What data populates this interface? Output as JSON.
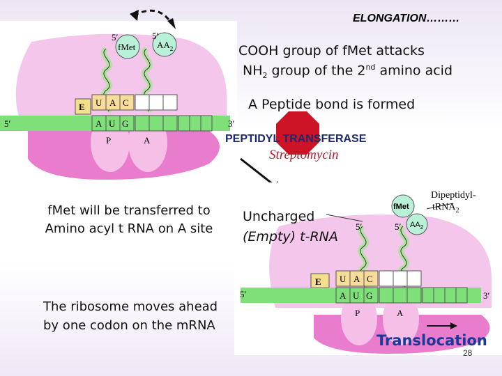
{
  "slide": {
    "title": "ELONGATION………",
    "line1": "COOH group of fMet attacks",
    "line2_pre": "NH",
    "line2_sub": "2",
    "line2_mid": " group of the 2",
    "line2_sup": "nd",
    "line2_post": " amino acid",
    "line3": "A Peptide bond is formed",
    "enzyme": "PEPTIDYL TRANSFERASE",
    "inhibitor": "Streptomycin",
    "fmet_note": "fMet will be transferred to Amino acyl t RNA on A site",
    "uncharged_1": "Uncharged",
    "uncharged_2": "(Empty) t-RNA",
    "ribosome_1": "The ribosome moves ahead",
    "ribosome_2": "by one codon on the mRNA",
    "translocation": "Translocation",
    "page_number": "28"
  },
  "diagram_top": {
    "five_prime": "5′",
    "three_prime": "3′",
    "trna_left_label": "5′",
    "trna_right_label": "5′",
    "fmet": "fMet",
    "aa2": "AA",
    "aa2_sub": "2",
    "site_e": "E",
    "site_p": "P",
    "site_a": "A",
    "anticodon": [
      "U",
      "A",
      "C"
    ],
    "codon": [
      "A",
      "U",
      "G"
    ]
  },
  "diagram_bottom": {
    "dipeptidyl_1": "Dipeptidyl-",
    "dipeptidyl_2": "tRNA",
    "dipeptidyl_sub": "2",
    "fmet": "fMet",
    "aa2": "AA",
    "aa2_sub": "2",
    "trna_left_label": "5′",
    "trna_right_label": "5′",
    "five_prime": "5′",
    "three_prime": "3′",
    "site_e": "E",
    "site_p": "P",
    "site_a": "A",
    "anticodon": [
      "U",
      "A",
      "C"
    ],
    "codon": [
      "A",
      "U",
      "G"
    ]
  },
  "colors": {
    "ribosome_large": "#f4c6ec",
    "ribosome_small": "#ea7ccd",
    "mrna": "#7fe07a",
    "trna": "#b5e0a4",
    "stop_sign": "#cc1426",
    "inhibitor_text": "#b8182a",
    "translocation_text": "#1a3a9a"
  }
}
